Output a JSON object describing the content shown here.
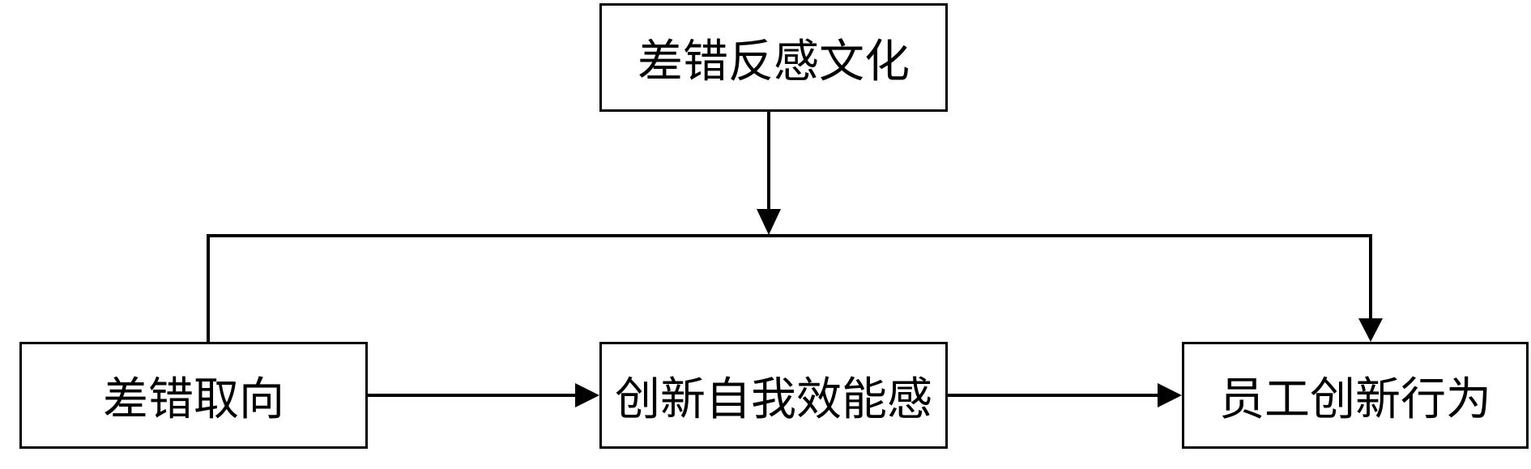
{
  "nodes": {
    "moderator": "差错反感文化",
    "independent": "差错取向",
    "mediator": "创新自我效能感",
    "dependent": "员工创新行为"
  },
  "colors": {
    "line": "#000000",
    "box_border": "#000000",
    "background": "#ffffff"
  }
}
